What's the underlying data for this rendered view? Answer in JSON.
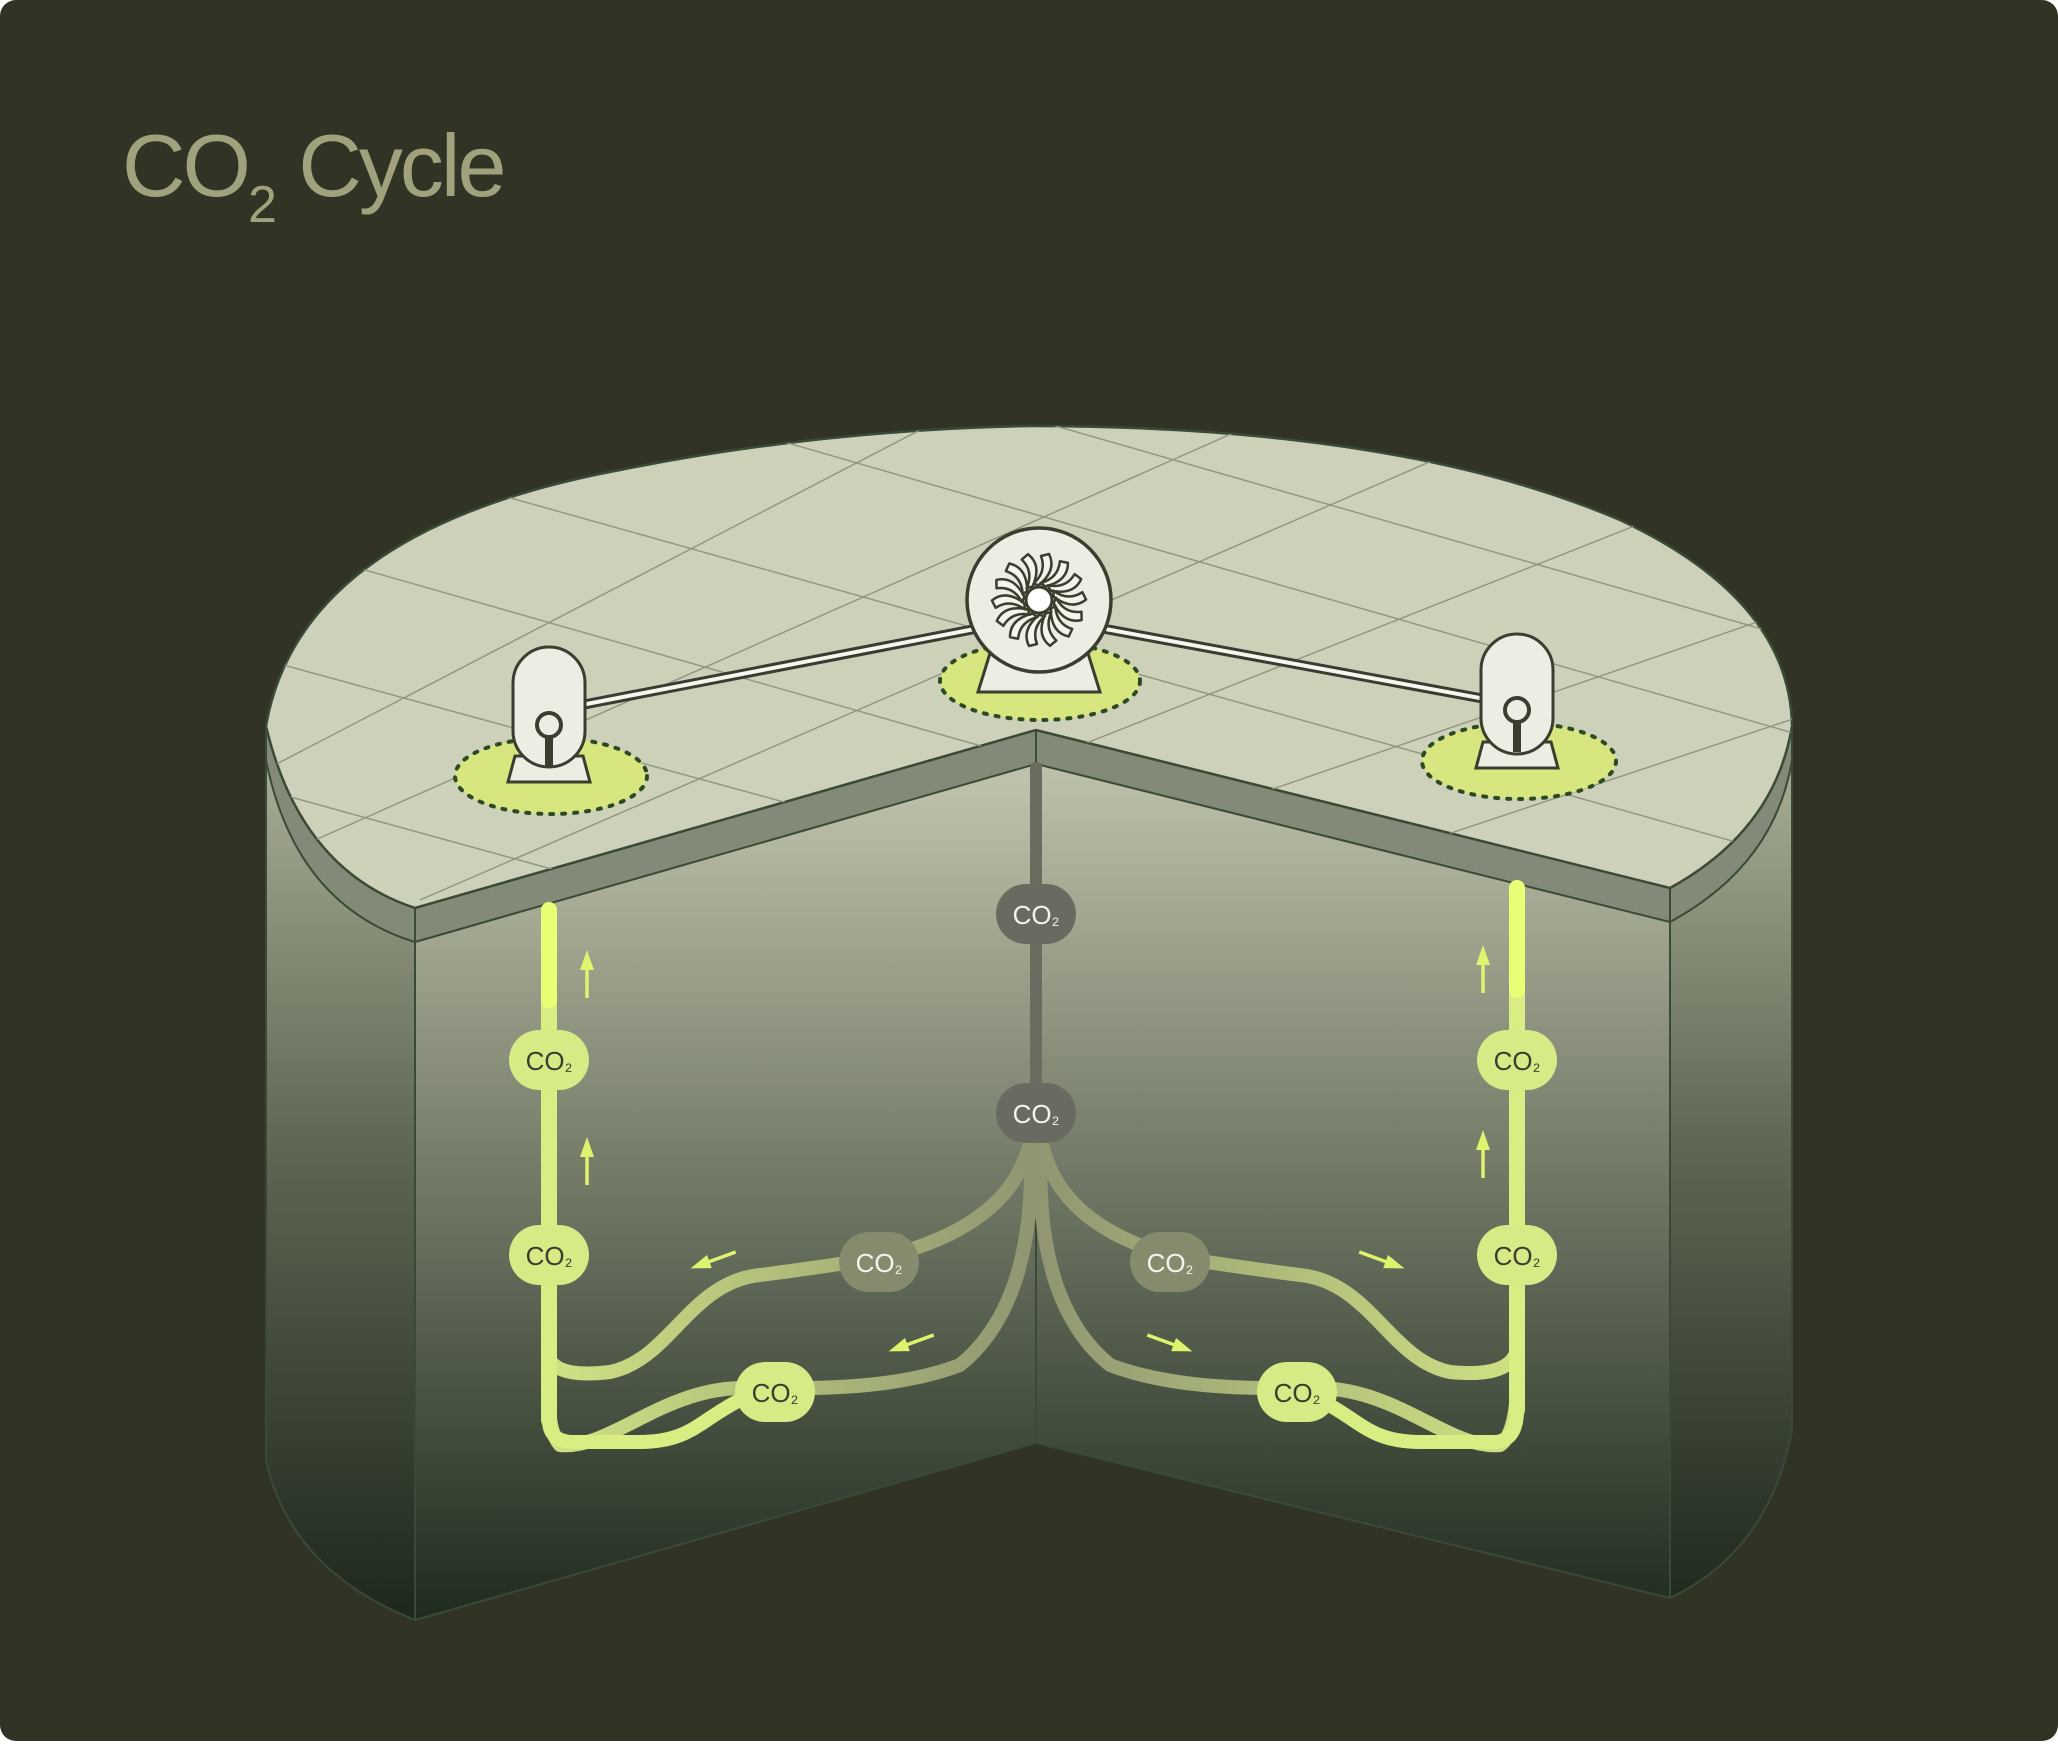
{
  "title": {
    "main": "CO",
    "subscript": "2",
    "suffix": " Cycle"
  },
  "colors": {
    "background": "#313324",
    "title": "#9fa27c",
    "surface": "#cdd1b9",
    "surface_edge": "#838a78",
    "underground_top": "#b7bba4",
    "underground_bottom": "#1f2a1d",
    "outline": "#3a4a36",
    "equipment": "#eceee3",
    "equipment_outline": "#3b3d2f",
    "glow": "#d7e67f",
    "pipe_lime": "#d9ee82",
    "pipe_lime_bright": "#e9ff76",
    "pipe_olive": "#9da176",
    "pipe_gray": "#6b6b60",
    "badge_lime": "#d6ea86",
    "badge_olive": "#868b6e",
    "badge_gray": "#6a6b60",
    "arrow": "#dff36e"
  },
  "labels": {
    "co2_main": "CO",
    "co2_sub": "₂"
  },
  "badges": [
    {
      "id": "injection-top",
      "tone": "gray"
    },
    {
      "id": "injection-split",
      "tone": "gray"
    },
    {
      "id": "left-upper-branch",
      "tone": "olive"
    },
    {
      "id": "right-upper-branch",
      "tone": "olive"
    },
    {
      "id": "left-lower-branch",
      "tone": "lime"
    },
    {
      "id": "right-lower-branch",
      "tone": "lime"
    },
    {
      "id": "left-riser-upper",
      "tone": "lime"
    },
    {
      "id": "left-riser-lower",
      "tone": "lime"
    },
    {
      "id": "right-riser-upper",
      "tone": "lime"
    },
    {
      "id": "right-riser-lower",
      "tone": "lime"
    }
  ],
  "icons": {
    "compressor": "turbine-fan-icon",
    "left_wellhead": "wellhead-icon",
    "right_wellhead": "wellhead-icon"
  }
}
